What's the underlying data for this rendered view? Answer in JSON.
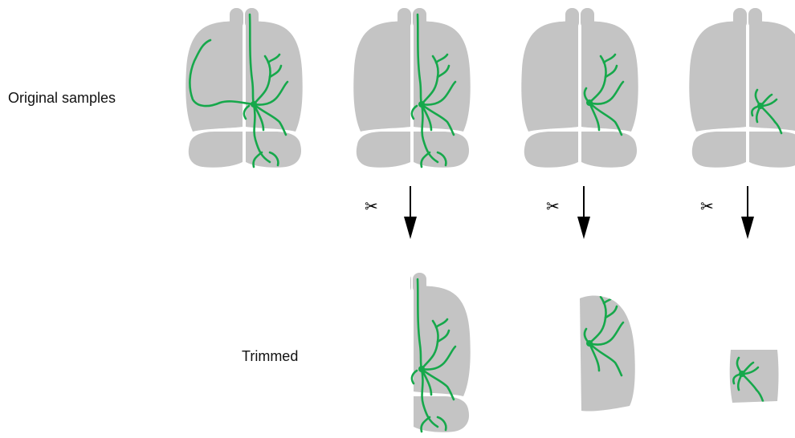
{
  "labels": {
    "original": "Original samples",
    "trimmed": "Trimmed"
  },
  "icons": {
    "cut": "scissors-icon",
    "arrow": "arrow-down-icon",
    "scissors_glyph": "✂"
  },
  "colors": {
    "tissue": "#c4c4c4",
    "neuron": "#16a84b",
    "arrow": "#000000"
  },
  "samples": [
    {
      "type": "brain-with-neuron"
    },
    {
      "type": "brain-with-neuron"
    },
    {
      "type": "brain-with-neuron"
    },
    {
      "type": "brain-with-neuron"
    }
  ],
  "trimmed": [
    {
      "type": "half-brain-with-cerebellum"
    },
    {
      "type": "half-hemisphere"
    },
    {
      "type": "small-block"
    }
  ]
}
